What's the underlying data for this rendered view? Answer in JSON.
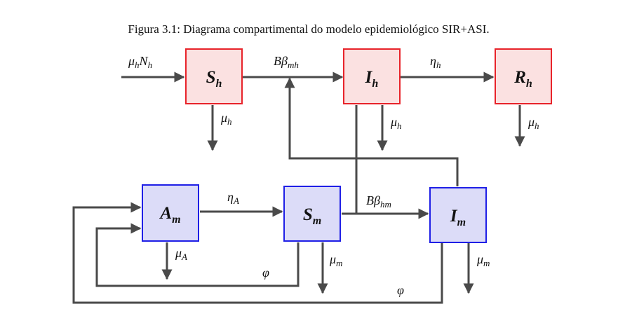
{
  "caption": "Figura 3.1: Diagrama compartimental do modelo epidemiológico SIR+ASI.",
  "nodes": {
    "Sh": {
      "base": "S",
      "sub": "h",
      "fill": "#fbe1e1",
      "stroke": "#e8232a"
    },
    "Ih": {
      "base": "I",
      "sub": "h",
      "fill": "#fbe1e1",
      "stroke": "#e8232a"
    },
    "Rh": {
      "base": "R",
      "sub": "h",
      "fill": "#fbe1e1",
      "stroke": "#e8232a"
    },
    "Am": {
      "base": "A",
      "sub": "m",
      "fill": "#dcdcf8",
      "stroke": "#1f1fe6"
    },
    "Sm": {
      "base": "S",
      "sub": "m",
      "fill": "#dcdcf8",
      "stroke": "#1f1fe6"
    },
    "Im": {
      "base": "I",
      "sub": "m",
      "fill": "#dcdcf8",
      "stroke": "#1f1fe6"
    }
  },
  "rates": {
    "muNh": {
      "a": "μ",
      "as": "h",
      "b": "N",
      "bs": "h"
    },
    "Bbeta_mh": {
      "a": "Bβ",
      "as": "mh"
    },
    "eta_h": {
      "a": "η",
      "as": "h"
    },
    "mu_h1": {
      "a": "μ",
      "as": "h"
    },
    "mu_h2": {
      "a": "μ",
      "as": "h"
    },
    "mu_h3": {
      "a": "μ",
      "as": "h"
    },
    "eta_A": {
      "a": "η",
      "as": "A"
    },
    "Bbeta_hm": {
      "a": "Bβ",
      "as": "hm"
    },
    "mu_A": {
      "a": "μ",
      "as": "A"
    },
    "mu_m1": {
      "a": "μ",
      "as": "m"
    },
    "mu_m2": {
      "a": "μ",
      "as": "m"
    },
    "phi1": {
      "a": "φ"
    },
    "phi2": {
      "a": "φ"
    }
  },
  "colors": {
    "edge": "#4a4a4a"
  }
}
